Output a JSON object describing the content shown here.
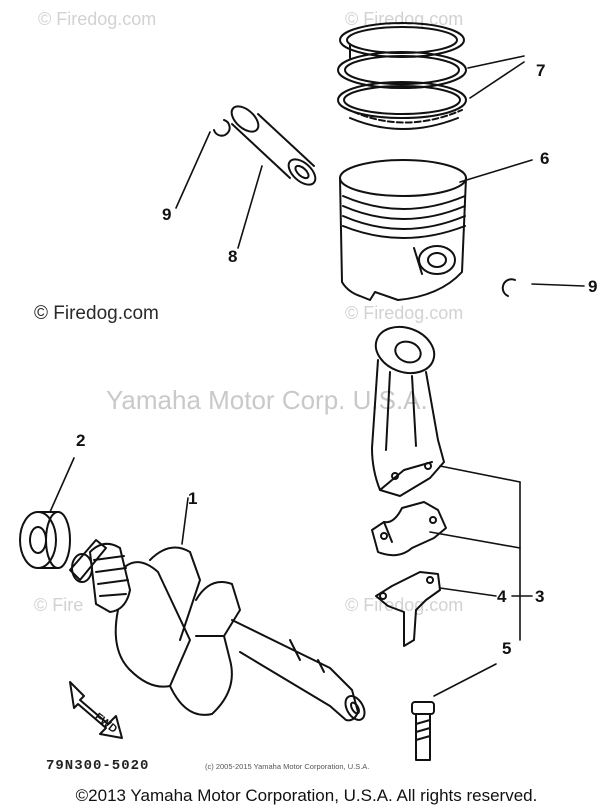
{
  "watermarks": {
    "firedog_tl": "© Firedog.com",
    "firedog_tr": "© Firedog.com",
    "firedog_mid": "© Firedog.com",
    "firedog_mid_r": "© Firedog.com",
    "firedog_bl": "© Fire",
    "firedog_br": "© Firedog.com",
    "yamaha_center": "Yamaha Motor Corp. U.S.A."
  },
  "callouts": {
    "c1": "1",
    "c2": "2",
    "c3": "3",
    "c4": "4",
    "c5": "5",
    "c6": "6",
    "c7": "7",
    "c8": "8",
    "c9_left": "9",
    "c9_right": "9"
  },
  "fwd_label": "FWD",
  "diagram_code": "79N300-5020",
  "small_copyright": "(c) 2005-2015 Yamaha Motor Corporation, U.S.A.",
  "footer_copyright": "©2013 Yamaha Motor Corporation, U.S.A. All rights reserved."
}
